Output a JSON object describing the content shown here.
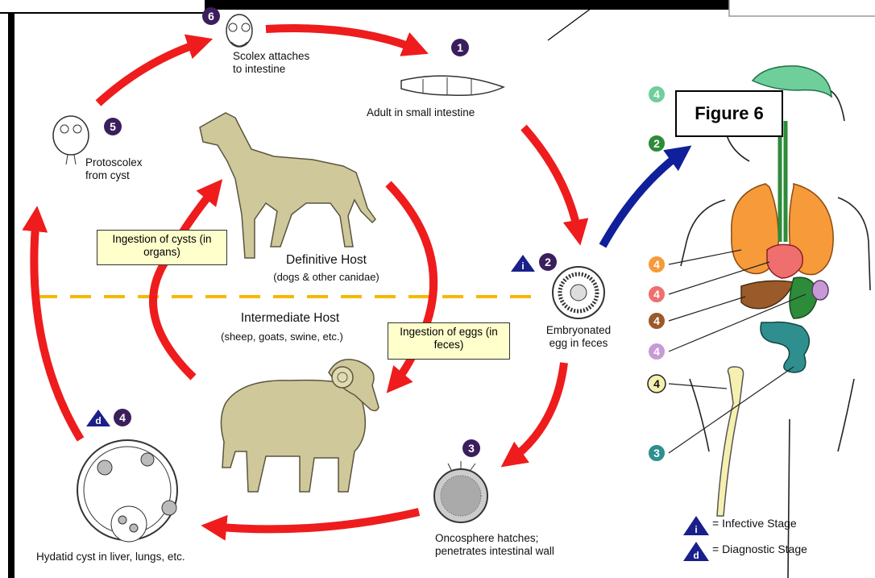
{
  "figure_label": "Figure 6",
  "stages": {
    "s1": {
      "num": "1",
      "label": "Adult in small intestine"
    },
    "s2": {
      "num": "2",
      "label": "Embryonated\negg in feces"
    },
    "s3": {
      "num": "3",
      "label": "Oncosphere hatches;\npenetrates intestinal wall"
    },
    "s4": {
      "num": "4",
      "label": "Hydatid cyst in liver, lungs, etc."
    },
    "s5": {
      "num": "5",
      "label": "Protoscolex\nfrom cyst"
    },
    "s6": {
      "num": "6",
      "label": "Scolex attaches\nto intestine"
    }
  },
  "hosts": {
    "definitive_title": "Definitive Host",
    "definitive_sub": "(dogs & other canidae)",
    "intermediate_title": "Intermediate Host",
    "intermediate_sub": "(sheep, goats, swine, etc.)"
  },
  "notes": {
    "cysts": "Ingestion of cysts\n(in organs)",
    "eggs": "Ingestion of eggs\n(in feces)"
  },
  "stage_markers": {
    "infective": "i",
    "diagnostic": "d"
  },
  "legend": {
    "infective_symbol": "i",
    "infective_text": "= Infective Stage",
    "diagnostic_symbol": "d",
    "diagnostic_text": "= Diagnostic Stage"
  },
  "body_markers": [
    {
      "num": "4",
      "organ": "brain",
      "color": "#6fcf9a"
    },
    {
      "num": "2",
      "organ": "intestine",
      "color": "#2e8b3a"
    },
    {
      "num": "4",
      "organ": "lungs",
      "color": "#f79a3a"
    },
    {
      "num": "4",
      "organ": "heart",
      "color": "#ef6f6f"
    },
    {
      "num": "4",
      "organ": "liver",
      "color": "#9a5a2a"
    },
    {
      "num": "4",
      "organ": "kidney",
      "color": "#c79ad6"
    },
    {
      "num": "4",
      "organ": "bone",
      "color": "#f6f0b0"
    },
    {
      "num": "3",
      "organ": "small-intestine",
      "color": "#2f8f8f"
    }
  ],
  "colors": {
    "cycle_arrow": "#ee1c1c",
    "body_arrow": "#10209a",
    "stage_badge": "#3a1f5c",
    "divider": "#f5b800",
    "animal": "#cfc89a"
  }
}
